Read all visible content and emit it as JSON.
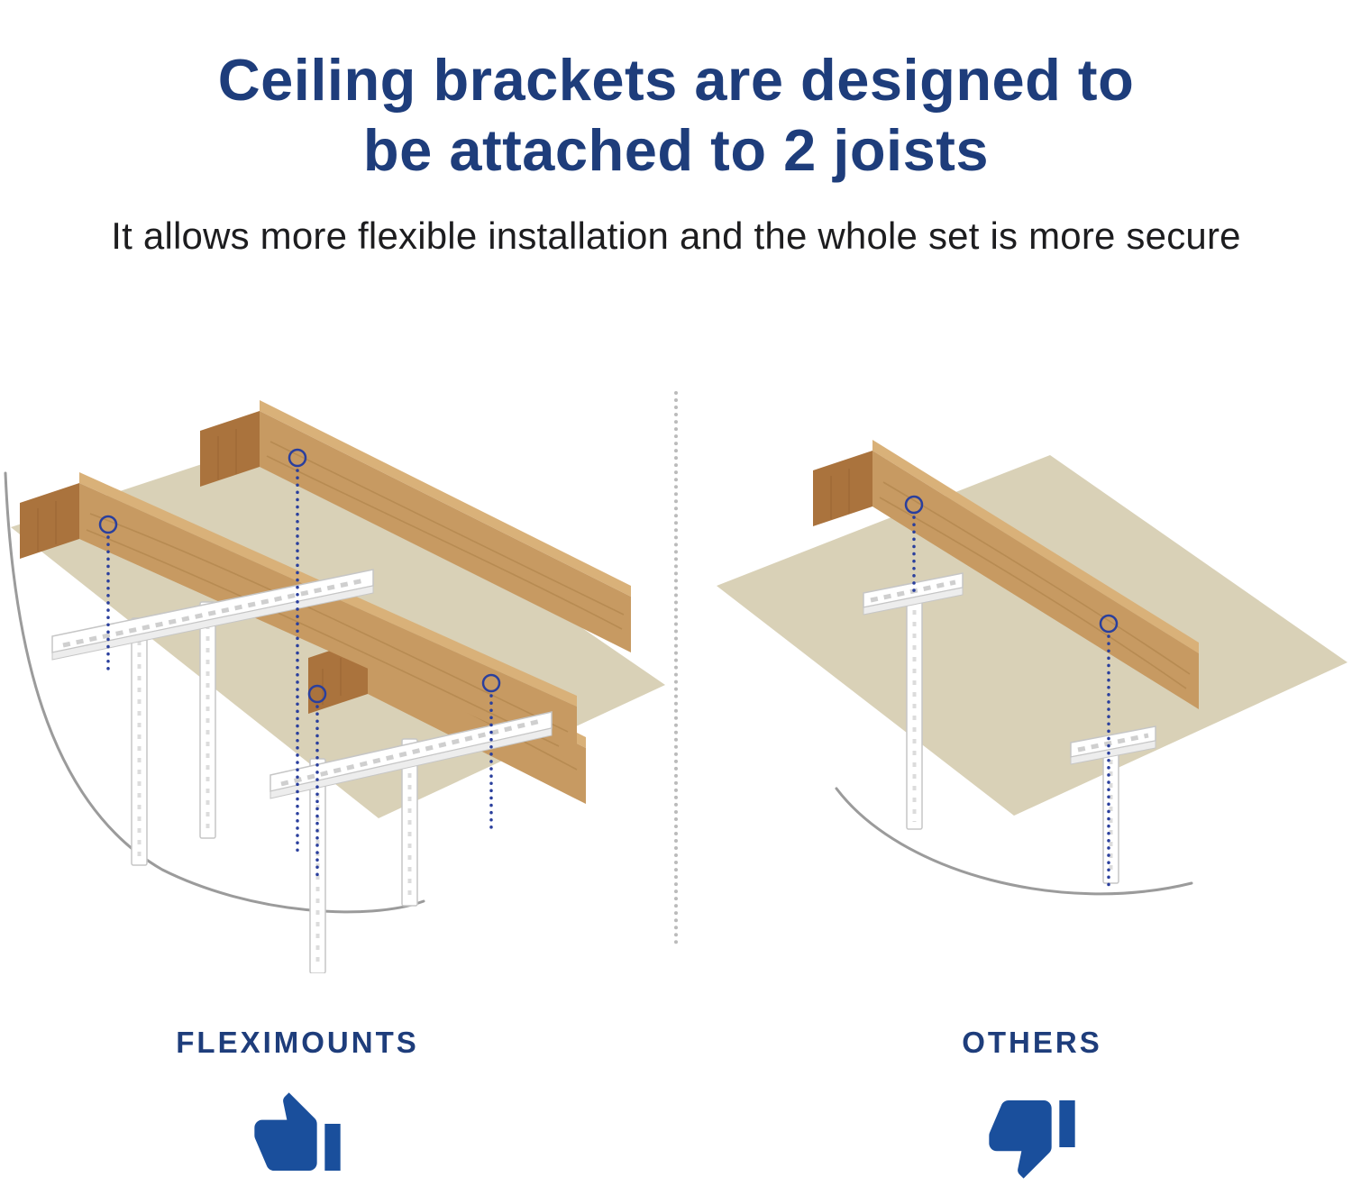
{
  "header": {
    "title_line1": "Ceiling brackets are designed to",
    "title_line2": "be attached to 2 joists",
    "subtitle": "It allows more flexible installation and the whole set is more secure"
  },
  "comparison": {
    "left": {
      "label": "FLEXIMOUNTS",
      "verdict_icon": "thumbs-up-icon"
    },
    "right": {
      "label": "OTHERS",
      "verdict_icon": "thumbs-down-icon"
    }
  },
  "colors": {
    "title_navy": "#1e3d7b",
    "text_dark": "#1d1d1f",
    "label_navy": "#1e3d7b",
    "thumb_blue": "#1a4f9c",
    "ceiling_beige": "#d9d1b7",
    "wood_front": "#c79a62",
    "wood_top": "#d9b179",
    "wood_end": "#aa733d",
    "wood_grain": "#b2864e",
    "leader_blue": "#2a3f9d",
    "curve_gray": "#9b9b9b",
    "divider_gray": "#bbbbbb"
  }
}
